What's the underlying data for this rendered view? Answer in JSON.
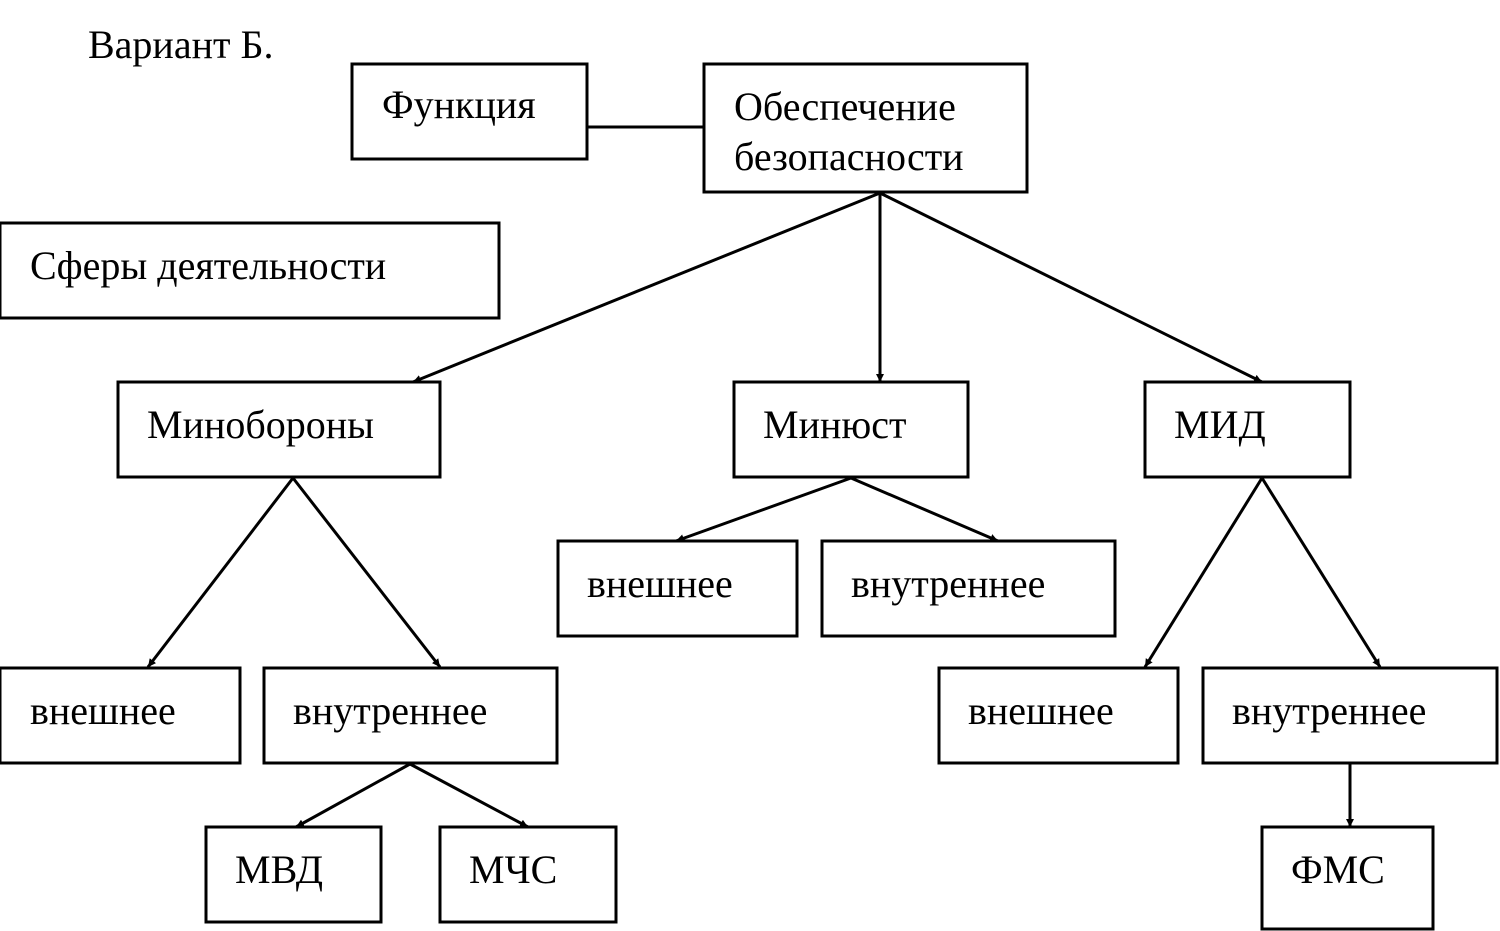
{
  "caption": "Вариант Б.",
  "nodes": {
    "function": "Функция",
    "security_line1": "Обеспечение",
    "security_line2": "безопасности",
    "spheres": "Сферы деятельности",
    "minoborony": "Минобороны",
    "minyust": "Минюст",
    "mid": "МИД",
    "minoborony_external": "внешнее",
    "minoborony_internal": "внутреннее",
    "minyust_external": "внешнее",
    "minyust_internal": "внутреннее",
    "mid_external": "внешнее",
    "mid_internal": "внутреннее",
    "mvd": "МВД",
    "mchs": "МЧС",
    "fms": "ФМС"
  },
  "colors": {
    "stroke": "#000000",
    "background": "#ffffff"
  }
}
